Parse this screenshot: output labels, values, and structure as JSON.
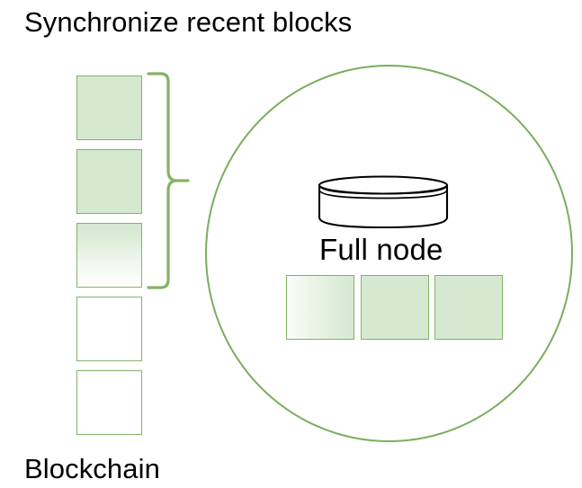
{
  "diagram": {
    "title": "Synchronize recent blocks",
    "bottom_label": "Blockchain",
    "node_label": "Full node",
    "colors": {
      "block_fill": "#d5e8d0",
      "block_border": "#82b366",
      "circle_stroke": "#7aae5e",
      "brace_stroke": "#82b366",
      "cylinder_stroke": "#000000",
      "text": "#000000",
      "background": "#ffffff"
    },
    "chain": {
      "name": "Blockchain",
      "block_count": 5,
      "blocks": [
        {
          "index": 1,
          "fill": "solid"
        },
        {
          "index": 2,
          "fill": "solid"
        },
        {
          "index": 3,
          "fill": "fade-down"
        },
        {
          "index": 4,
          "fill": "empty"
        },
        {
          "index": 5,
          "fill": "empty"
        }
      ],
      "brace": {
        "icon": "curly-brace-icon",
        "spans_blocks": [
          1,
          2,
          3
        ],
        "direction": "right"
      }
    },
    "node": {
      "label": "Full node",
      "database_icon": "database-cylinder-icon",
      "block_count": 3,
      "blocks": [
        {
          "index": 1,
          "fill": "fade-right"
        },
        {
          "index": 2,
          "fill": "solid"
        },
        {
          "index": 3,
          "fill": "solid"
        }
      ]
    }
  }
}
